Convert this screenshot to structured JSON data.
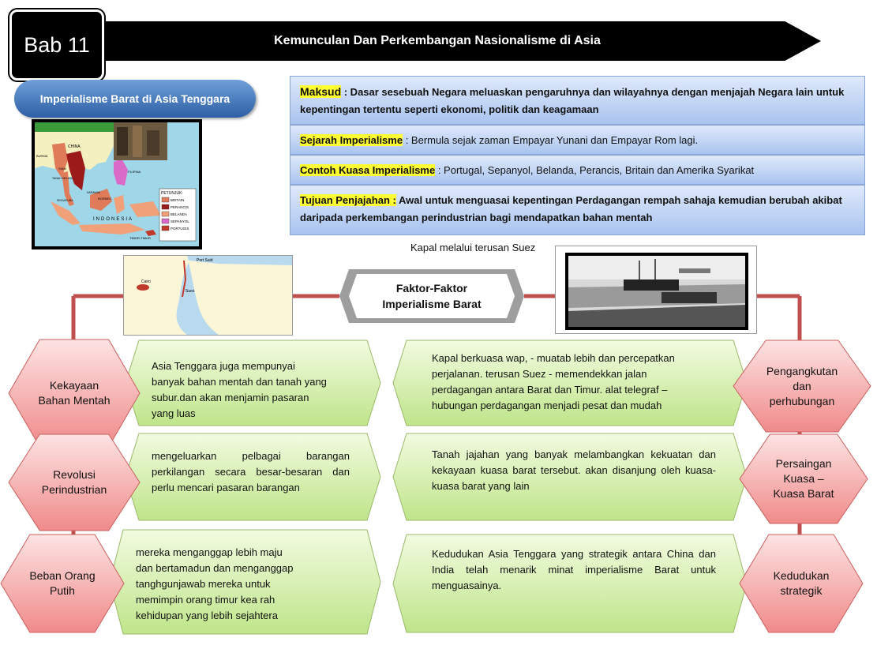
{
  "header": {
    "chapter": "Bab 11",
    "title": "Kemunculan Dan Perkembangan Nasionalisme di Asia",
    "subtitle": "Imperialisme Barat di Asia Tenggara"
  },
  "map": {
    "labels": [
      "CHINA",
      "BURMA",
      "SIAM",
      "FILIPINA",
      "BORNEO",
      "INDONESIA",
      "TIMOR-TIMUR",
      "SINGAPURA",
      "TANAH MELAYU",
      "SARAWAK"
    ],
    "legend_title": "PETUNJUK:",
    "legend": [
      {
        "label": "BRITAIN",
        "color": "#e07b5a"
      },
      {
        "label": "PERANCIS",
        "color": "#9b1a1a"
      },
      {
        "label": "BELANDA",
        "color": "#f0a17a"
      },
      {
        "label": "SEPANYOL",
        "color": "#d96ac8"
      },
      {
        "label": "PORTUGIS",
        "color": "#c0392b"
      }
    ]
  },
  "info": {
    "maksud_label": "Maksud",
    "maksud_text": " : Dasar sesebuah Negara meluaskan pengaruhnya dan wilayahnya dengan menjajah Negara lain untuk kepentingan tertentu seperti ekonomi, politik dan keagamaan",
    "sejarah_label": "Sejarah Imperialisme",
    "sejarah_text": " : Bermula sejak zaman Empayar Yunani dan Empayar Rom lagi.",
    "contoh_label": "Contoh Kuasa Imperialisme",
    "contoh_text": " : Portugal, Sepanyol, Belanda, Perancis, Britain dan Amerika Syarikat",
    "tujuan_label": "Tujuan Penjajahan :",
    "tujuan_text": "  Awal untuk menguasai kepentingan   Perdagangan rempah sahaja kemudian berubah akibat daripada perkembangan perindustrian bagi mendapatkan bahan mentah"
  },
  "caption": "Kapal melalui terusan Suez",
  "suez_map_labels": [
    "Port Said",
    "Cairo",
    "Suez"
  ],
  "center": {
    "line1": "Faktor-Faktor",
    "line2": "Imperialisme Barat"
  },
  "factors_left": [
    {
      "name": "Kekayaan Bahan Mentah",
      "text": "Asia Tenggara juga mempunyai banyak bahan mentah dan tanah yang subur.dan akan menjamin pasaran yang luas"
    },
    {
      "name": "Revolusi Perindustrian",
      "text": "mengeluarkan pelbagai barangan perkilangan secara besar-besaran dan perlu mencari pasaran barangan"
    },
    {
      "name": "Beban Orang Putih",
      "text": "mereka menganggap lebih maju dan bertamadun dan menganggap tanghgunjawab mereka untuk memimpin orang timur kea rah kehidupan yang lebih sejahtera"
    }
  ],
  "factors_right": [
    {
      "name": "Pengangkutan dan perhubungan",
      "text": "Kapal berkuasa wap, - muatab lebih dan percepatkan perjalanan. terusan Suez  - memendekkan jalan perdagangan antara Barat dan Timur. alat telegraf – hubungan perdagangan menjadi pesat dan mudah"
    },
    {
      "name": "Persaingan Kuasa –Kuasa Barat",
      "text": "Tanah jajahan yang banyak melambangkan kekuatan dan kekayaan kuasa barat tersebut. akan disanjung oleh kuasa-kuasa barat yang lain"
    },
    {
      "name": "Kedudukan strategik",
      "text": "Kedudukan Asia Tenggara yang strategik antara China dan India telah menarik minat imperialisme Barat untuk menguasainya."
    }
  ],
  "colors": {
    "hex_fill_top": "#fde3e3",
    "hex_fill_bottom": "#f08a8a",
    "green_fill_top": "#f2fbe0",
    "green_fill_bottom": "#bfe58a",
    "connector": "#c0504d",
    "info_bg": "#b8cdf2",
    "highlight": "#ffff33"
  }
}
